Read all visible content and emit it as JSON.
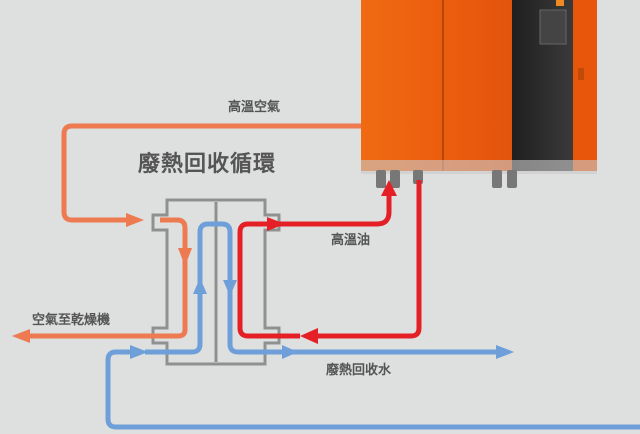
{
  "labels": {
    "title": "廢熱回收循環",
    "hot_air": "高溫空氣",
    "hot_oil": "高溫油",
    "air_to_dryer": "空氣至乾燥機",
    "recovered_water": "廢熱回收水"
  },
  "colors": {
    "background": "#dedfdf",
    "air_flow": "#ee7a52",
    "oil_flow": "#e41f26",
    "water_flow": "#6e9fd8",
    "exchanger_outline": "#909090",
    "machine_body": "#ea5a0e",
    "machine_panel": "#2a2a2a",
    "text": "#555555"
  },
  "icons": {
    "machine": "oil-heater-machine",
    "exchanger": "heat-exchanger"
  }
}
